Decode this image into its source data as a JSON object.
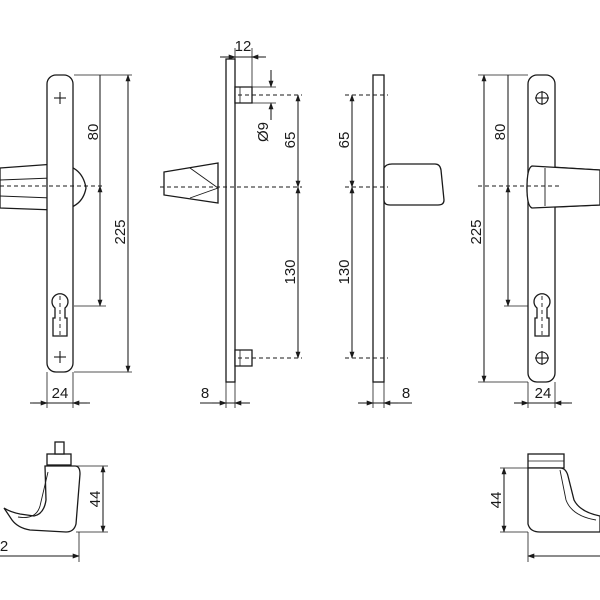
{
  "dimensions": {
    "front_left": {
      "width": "24",
      "screw_to_center": "80",
      "total_height": "225"
    },
    "side_left": {
      "plate_offset": "12",
      "diameter": "Ø9",
      "upper_spacing": "65",
      "lower_spacing": "130",
      "thickness": "8"
    },
    "side_right": {
      "upper_spacing": "65",
      "lower_spacing": "130",
      "thickness": "8"
    },
    "front_right": {
      "width": "24",
      "screw_to_center": "80",
      "total_height": "225"
    },
    "bottom_left": {
      "height": "44",
      "length": "2"
    },
    "bottom_right": {
      "height": "44"
    }
  }
}
